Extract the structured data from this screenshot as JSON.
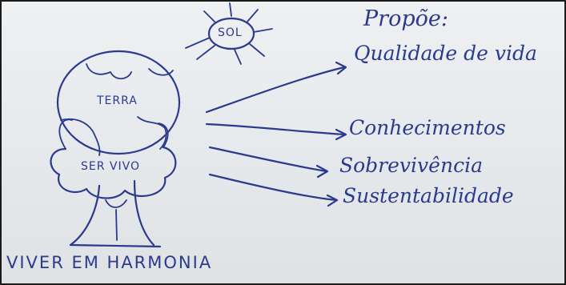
{
  "sun": {
    "label": "SOL"
  },
  "earth": {
    "label": "TERRA"
  },
  "tree": {
    "label": "SER VIVO"
  },
  "caption": "VIVER EM HARMONIA",
  "proposal": {
    "heading": "Propõe:",
    "items": [
      "Qualidade de vida",
      "Conhecimentos",
      "Sobrevivência",
      "Sustentabilidade"
    ]
  },
  "ink_color": "#2b3a8c",
  "paper_color": "#e9ecef",
  "icons": [
    "sun-icon",
    "globe-icon",
    "tree-icon",
    "arrow-icon"
  ]
}
